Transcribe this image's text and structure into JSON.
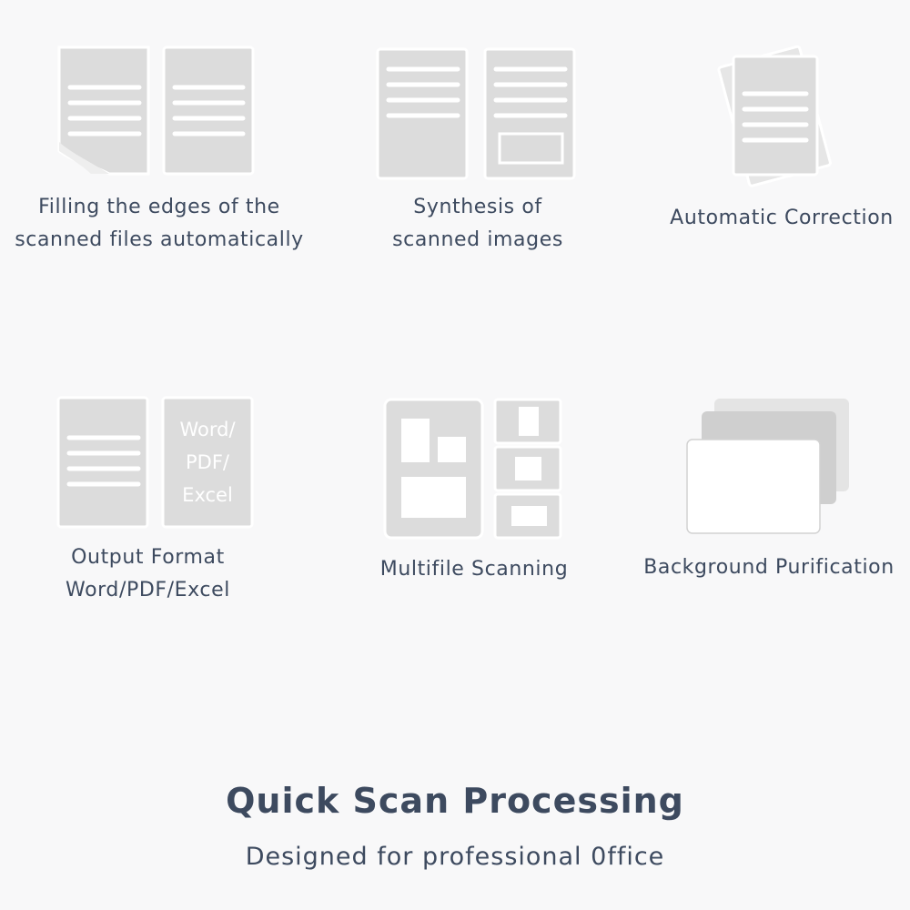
{
  "features": [
    {
      "id": "edge-filling",
      "icon": "document-pair-icon",
      "label": "Filling the edges of the\nscanned  files automatically"
    },
    {
      "id": "synthesis",
      "icon": "document-with-image-icon",
      "label": "Synthesis of\nscanned images"
    },
    {
      "id": "auto-correction",
      "icon": "stacked-document-icon",
      "label": "Automatic Correction"
    },
    {
      "id": "output-format",
      "icon": "format-convert-icon",
      "label": "Output Format\nWord/PDF/Excel",
      "format_lines": [
        "Word/",
        "PDF/",
        "Excel"
      ]
    },
    {
      "id": "multifile",
      "icon": "multi-page-layout-icon",
      "label": "Multifile Scanning"
    },
    {
      "id": "background",
      "icon": "layered-cards-icon",
      "label": "Background Purification"
    }
  ],
  "headline": "Quick Scan Processing",
  "subline": "Designed for professional 0ffice",
  "colors": {
    "page": "#f8f8f9",
    "icon_fill": "#dcdcdc",
    "text": "#3d4a5f",
    "border": "#ffffff"
  }
}
